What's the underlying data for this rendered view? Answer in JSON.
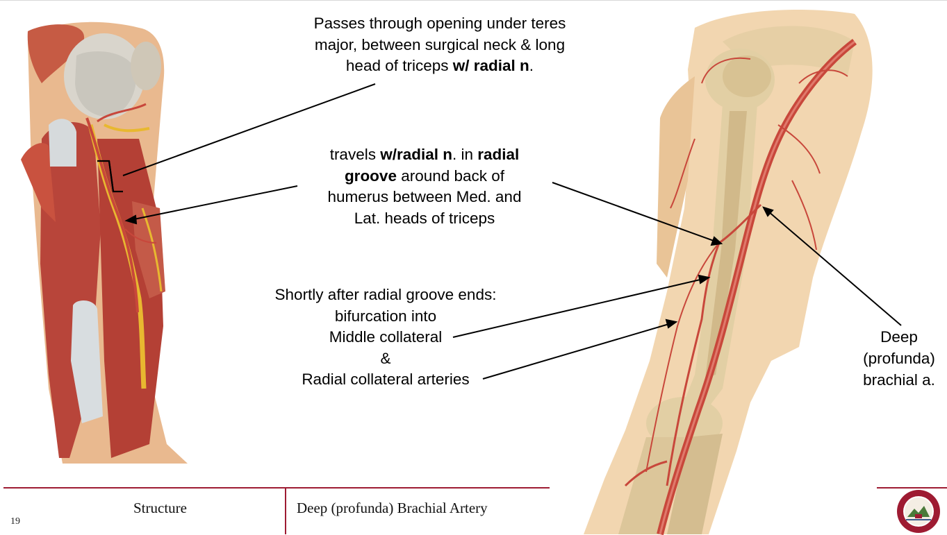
{
  "slide": {
    "number": "19",
    "annotations": {
      "top": {
        "line1": "Passes through opening under teres",
        "line2": "major, between surgical neck & long",
        "line3_plain": "head of triceps ",
        "line3_bold": "w/ radial n",
        "line3_end": "."
      },
      "middle": {
        "l1_a": "travels ",
        "l1_b": "w/radial n",
        "l1_c": ". in ",
        "l1_d": "radial",
        "l2_a": "groove",
        "l2_b": " around back of",
        "line3": "humerus between Med. and",
        "line4": "Lat. heads of triceps"
      },
      "bottom": {
        "line1": "Shortly after radial groove ends:",
        "line2": "bifurcation into",
        "line3": "Middle collateral",
        "line4": "&",
        "line5": "Radial collateral arteries"
      },
      "deep": {
        "line1": "Deep",
        "line2": "(profunda)",
        "line3": "brachial a."
      }
    },
    "footer": {
      "left_label": "Structure",
      "right_label": "Deep (profunda) Brachial Artery"
    },
    "colors": {
      "accent": "#9e1b32",
      "artery": "#c8473b",
      "nerve": "#e8b830",
      "muscle": "#b8453a",
      "bone": "#e2cfa4",
      "skin": "#f2d6b0"
    }
  }
}
